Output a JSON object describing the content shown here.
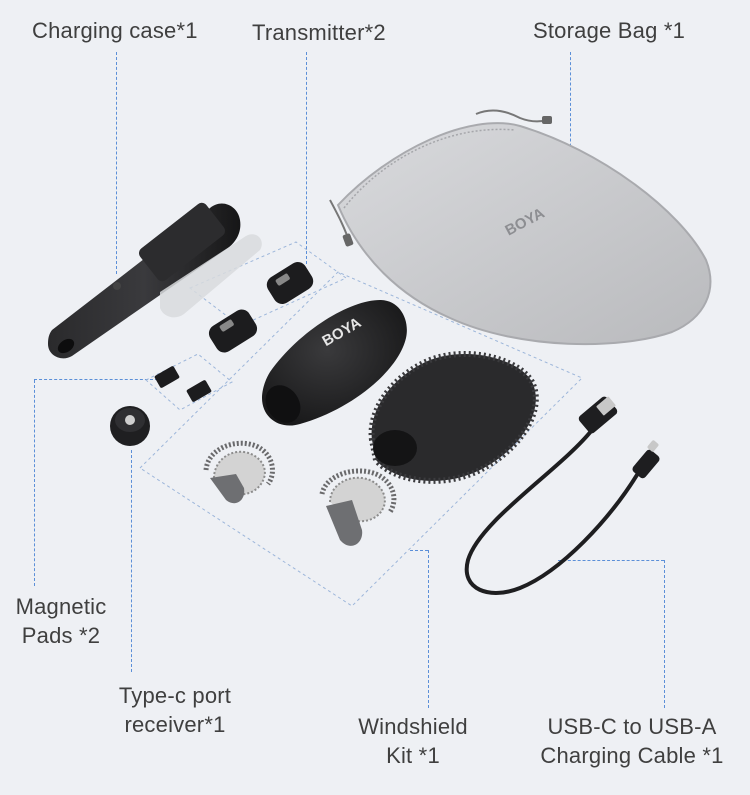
{
  "labels": {
    "charging_case": "Charging case*1",
    "transmitter": "Transmitter*2",
    "storage_bag": "Storage Bag *1",
    "magnetic_pads_line1": "Magnetic",
    "magnetic_pads_line2": "Pads *2",
    "typec_line1": "Type-c port",
    "typec_line2": "receiver*1",
    "windshield_line1": "Windshield",
    "windshield_line2": "Kit *1",
    "cable_line1": "USB-C to USB-A",
    "cable_line2": "Charging Cable *1"
  },
  "brand": {
    "bag_logo": "BOYA",
    "foam_logo": "BOYA"
  },
  "colors": {
    "background": "#eef0f4",
    "leader_line": "#5b8fd8",
    "device_black": "#1c1c1e",
    "bag_gray": "#c9cacd"
  }
}
